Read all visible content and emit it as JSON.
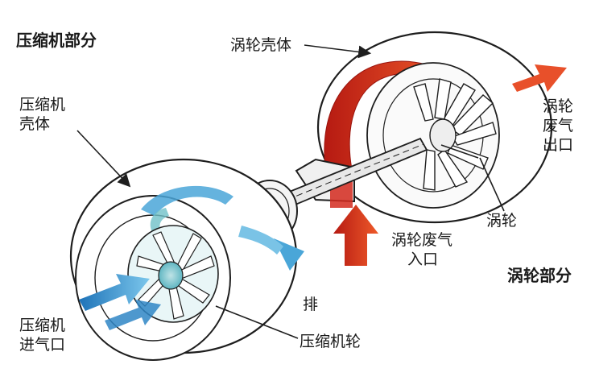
{
  "labels": {
    "compressor_section": "压缩机部分",
    "turbine_housing": "涡轮壳体",
    "compressor_housing_1": "压缩机",
    "compressor_housing_2": "壳体",
    "turbine_exhaust_1": "涡轮",
    "turbine_exhaust_2": "废气",
    "turbine_exhaust_3": "出口",
    "turbine_wheel": "涡轮",
    "turbine_inlet_1": "涡轮废气",
    "turbine_inlet_2": "入口",
    "turbine_section": "涡轮部分",
    "exhaust": "排",
    "compressor_wheel": "压缩机轮",
    "compressor_inlet_1": "压缩机",
    "compressor_inlet_2": "进气口"
  },
  "colors": {
    "hot_flow": "#d42a1e",
    "cold_flow": "#4aa6d8",
    "outline": "#1e1e1e"
  }
}
